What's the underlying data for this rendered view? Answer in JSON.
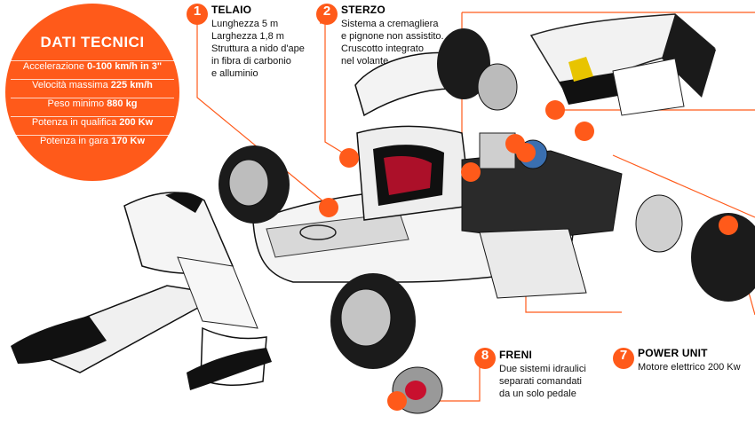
{
  "dati_tecnici": {
    "title": "DATI TECNICI",
    "rows": [
      {
        "label": "Accelerazione 0-100 km/h in 3\"",
        "label_plain": "Accelerazione ",
        "bold": "0-100 km/h in 3\""
      },
      {
        "label_plain": "Velocità massima ",
        "bold": "225 km/h"
      },
      {
        "label_plain": "Peso minimo ",
        "bold": "880 kg"
      },
      {
        "label_plain": "Potenza in qualifica ",
        "bold": "200 Kw"
      },
      {
        "label_plain": "Potenza in gara ",
        "bold": "170 Kw"
      }
    ]
  },
  "callouts": [
    {
      "number": "1",
      "title": "TELAIO",
      "lines": [
        "Lunghezza 5 m",
        "Larghezza 1,8 m",
        "Struttura a nido d'ape",
        "in fibra di carbonio",
        "e alluminio"
      ]
    },
    {
      "number": "2",
      "title": "STERZO",
      "lines": [
        "Sistema a cremagliera",
        "e pignone non assistito.",
        "Cruscotto integrato",
        "nel volante"
      ]
    },
    {
      "number": "8",
      "title": "FRENI",
      "lines": [
        "Due sistemi idraulici",
        "separati comandati",
        "da un solo pedale"
      ]
    },
    {
      "number": "7",
      "title": "POWER UNIT",
      "lines": [
        "Motore elettrico 200 Kw"
      ]
    }
  ],
  "colors": {
    "accent": "#ff5a1a",
    "line": "#ff5a1a"
  }
}
